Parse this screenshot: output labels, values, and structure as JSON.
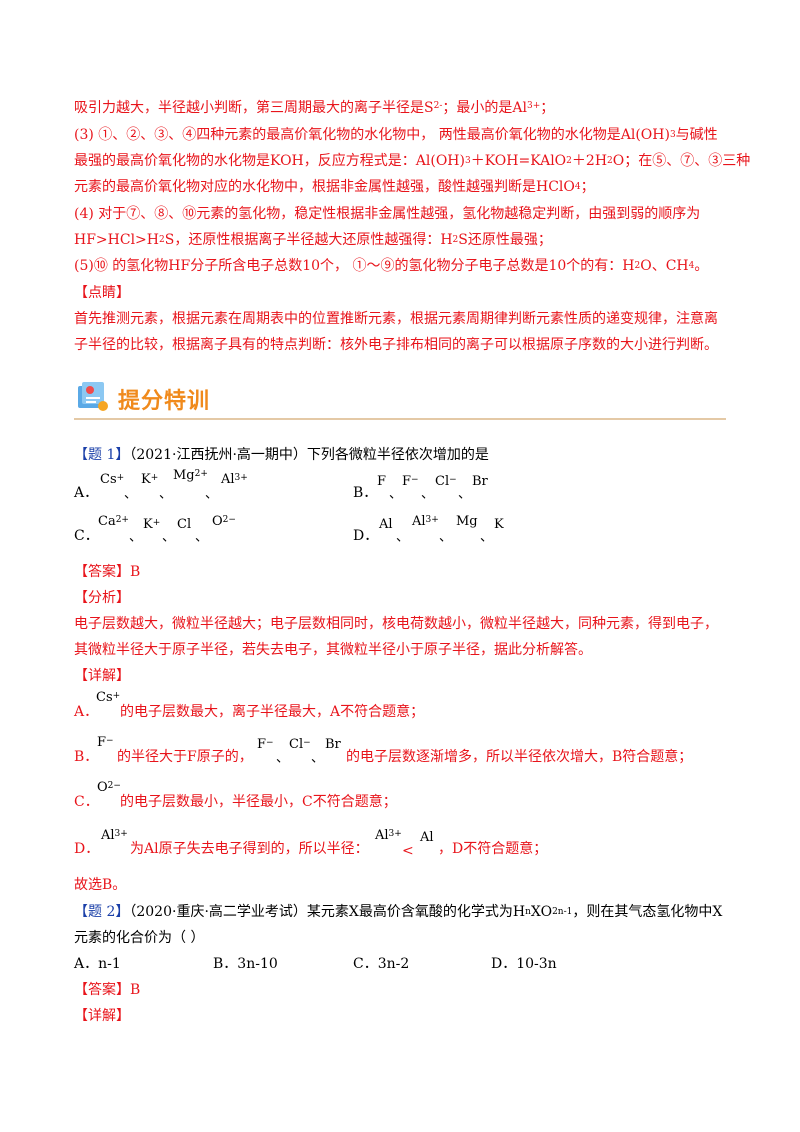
{
  "intro": {
    "line1": "吸引力越大，半径越小判断，第三周期最大的离子半径是S²⁻；最小的是Al³⁺；",
    "line2": "(3) ①、②、③、④四种元素的最高价氧化物的水化物中， 两性最高价氧化物的水化物是Al(OH)₃与碱性",
    "line3": "最强的最高价氧化物的水化物是KOH，反应方程式是：Al(OH)₃＋KOH=KAlO₂＋2H₂O；在⑤、⑦、③三种",
    "line4": "元素的最高价氧化物对应的水化物中，根据非金属性越强，酸性越强判断是HClO₄；",
    "line5": "(4) 对于⑦、⑧、⑩元素的氢化物，稳定性根据非金属性越强，氢化物越稳定判断，由强到弱的顺序为",
    "line6": "HF>HCl>H₂S，还原性根据离子半径越大还原性越强得：H₂S还原性最强；",
    "line7": "(5)⑩ 的氢化物HF分子所含电子总数10个， ①～⑨的氢化物分子电子总数是10个的有：H₂O、CH₄。",
    "dianjing_label": "【点睛】",
    "dianjing1": "首先推测元素，根据元素在周期表中的位置推断元素，根据元素周期律判断元素性质的递变规律，注意离",
    "dianjing2": "子半径的比较，根据离子具有的特点判断：核外电子排布相同的离子可以根据原子序数的大小进行判断。"
  },
  "section": {
    "title": "提分特训"
  },
  "q1": {
    "label": "【题 1】",
    "stem": "（2021·江西抚州·高一期中）下列各微粒半径依次增加的是",
    "optA": "A．",
    "optB": "B．",
    "optC": "C．",
    "optD": "D．",
    "A_ions": [
      "Cs⁺",
      "K⁺",
      "Mg²⁺",
      "Al³⁺"
    ],
    "B_ions": [
      "F",
      "F⁻",
      "Cl⁻",
      "Br"
    ],
    "C_ions": [
      "Ca²⁺",
      "K⁺",
      "Cl",
      "O²⁻"
    ],
    "D_ions": [
      "Al",
      "Al³⁺",
      "Mg",
      "K"
    ],
    "sep": "、",
    "answer_label": "【答案】",
    "answer": "B",
    "analysis_label": "【分析】",
    "analysis1": "电子层数越大，微粒半径越大；电子层数相同时，核电荷数越小，微粒半径越大，同种元素，得到电子，",
    "analysis2": "其微粒半径大于原子半径，若失去电子，其微粒半径小于原子半径，据此分析解答。",
    "detail_label": "【详解】",
    "dA_pre": "A．",
    "dA_ion": "Cs⁺",
    "dA_text": "的电子层数最大，离子半径最大，A不符合题意；",
    "dB_pre": "B．",
    "dB_ion": "F⁻",
    "dB_mid": "的半径大于F原子的，",
    "dB_ions": [
      "F⁻",
      "Cl⁻",
      "Br"
    ],
    "dB_text": "的电子层数逐渐增多，所以半径依次增大，B符合题意；",
    "dC_pre": "C．",
    "dC_ion": "O²⁻",
    "dC_text": "的电子层数最小，半径最小，C不符合题意；",
    "dD_pre": "D．",
    "dD_ion": "Al³⁺",
    "dD_mid": "为Al原子失去电子得到的，所以半径：",
    "dD_ion2": "Al³⁺",
    "dD_lt": "<",
    "dD_ion3": "Al",
    "dD_text": "，D不符合题意；",
    "conclusion": "故选B。"
  },
  "q2": {
    "label": "【题 2】",
    "stem1": "（2020·重庆·高二学业考试）某元素X最高价含氧酸的化学式为HₙXO₂ₙ₋₁，则在其气态氢化物中X",
    "stem2": "元素的化合价为（          ）",
    "options": [
      "A．n-1",
      "B．3n-10",
      "C．3n-2",
      "D．10-3n"
    ],
    "answer_label": "【答案】",
    "answer": "B",
    "detail_label": "【详解】"
  }
}
